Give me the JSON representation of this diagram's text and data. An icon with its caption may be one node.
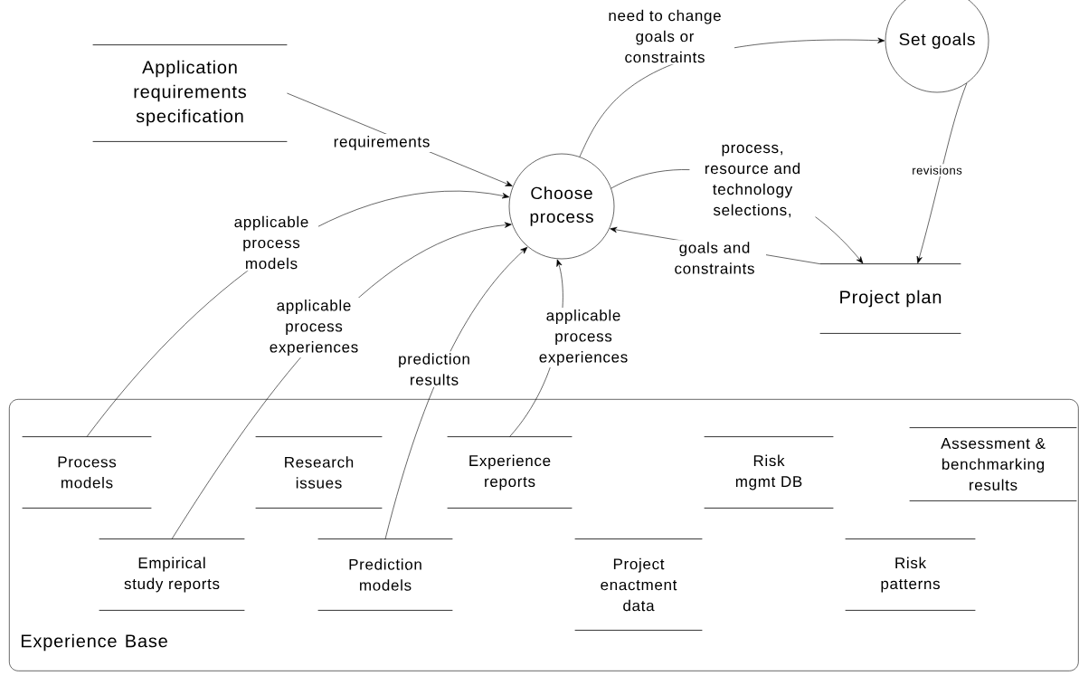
{
  "diagram": {
    "nodes": [
      {
        "text": [
          "Application requirements specification"
        ]
      },
      {
        "text": [
          "Choose process"
        ]
      },
      {
        "text": [
          "Set goals"
        ]
      },
      {
        "text": [
          "Project plan"
        ]
      },
      {
        "text": [
          "Experience Base"
        ]
      },
      {
        "text": [
          "Process models"
        ],
        "in": 4
      },
      {
        "text": [
          "Research issues"
        ],
        "in": 4
      },
      {
        "text": [
          "Experience reports"
        ],
        "in": 4
      },
      {
        "text": [
          "Risk mgmt DB"
        ],
        "in": 4
      },
      {
        "text": [
          "Assessment & benchmarking results"
        ],
        "in": 4
      },
      {
        "text": [
          "Empirical study reports"
        ],
        "in": 4
      },
      {
        "text": [
          "Prediction models"
        ],
        "in": 4
      },
      {
        "text": [
          "Project enactment data"
        ],
        "in": 4
      },
      {
        "text": [
          "Risk patterns"
        ],
        "in": 4
      }
    ],
    "edges": [
      {
        "from": 0,
        "to": 1,
        "arrow": "to",
        "label": "requirements"
      },
      {
        "from": 1,
        "to": 2,
        "arrow": "to",
        "label": "need to change goals or constraints"
      },
      {
        "from": 2,
        "to": 3,
        "arrow": "to",
        "label": "revisions"
      },
      {
        "from": 1,
        "to": 3,
        "arrow": "to",
        "label": "process, resource and technology selections,"
      },
      {
        "from": 3,
        "to": 1,
        "arrow": "to",
        "label": "goals and constraints"
      },
      {
        "from": 5,
        "to": 1,
        "arrow": "to",
        "label": "applicable process models"
      },
      {
        "from": 10,
        "to": 1,
        "arrow": "to",
        "label": "applicable process experiences"
      },
      {
        "from": 11,
        "to": 1,
        "arrow": "to",
        "label": "prediction results"
      },
      {
        "from": 7,
        "to": 1,
        "arrow": "to",
        "label": "applicable process experiences"
      }
    ]
  }
}
